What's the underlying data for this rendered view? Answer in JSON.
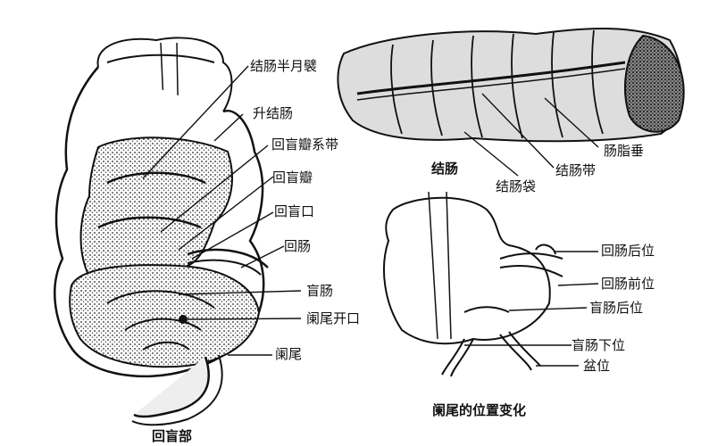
{
  "panels": {
    "cecum": {
      "caption": "回盲部",
      "labels": [
        "结肠半月襞",
        "升结肠",
        "回盲瓣系带",
        "回盲瓣",
        "回盲口",
        "回肠",
        "盲肠",
        "阑尾开口",
        "阑尾"
      ]
    },
    "colon": {
      "caption": "结肠",
      "labels": [
        "肠脂垂",
        "结肠带",
        "结肠袋"
      ]
    },
    "appendix_positions": {
      "caption": "阑尾的位置变化",
      "labels": [
        "回肠后位",
        "回肠前位",
        "盲肠后位",
        "盲肠下位",
        "盆位"
      ]
    }
  }
}
